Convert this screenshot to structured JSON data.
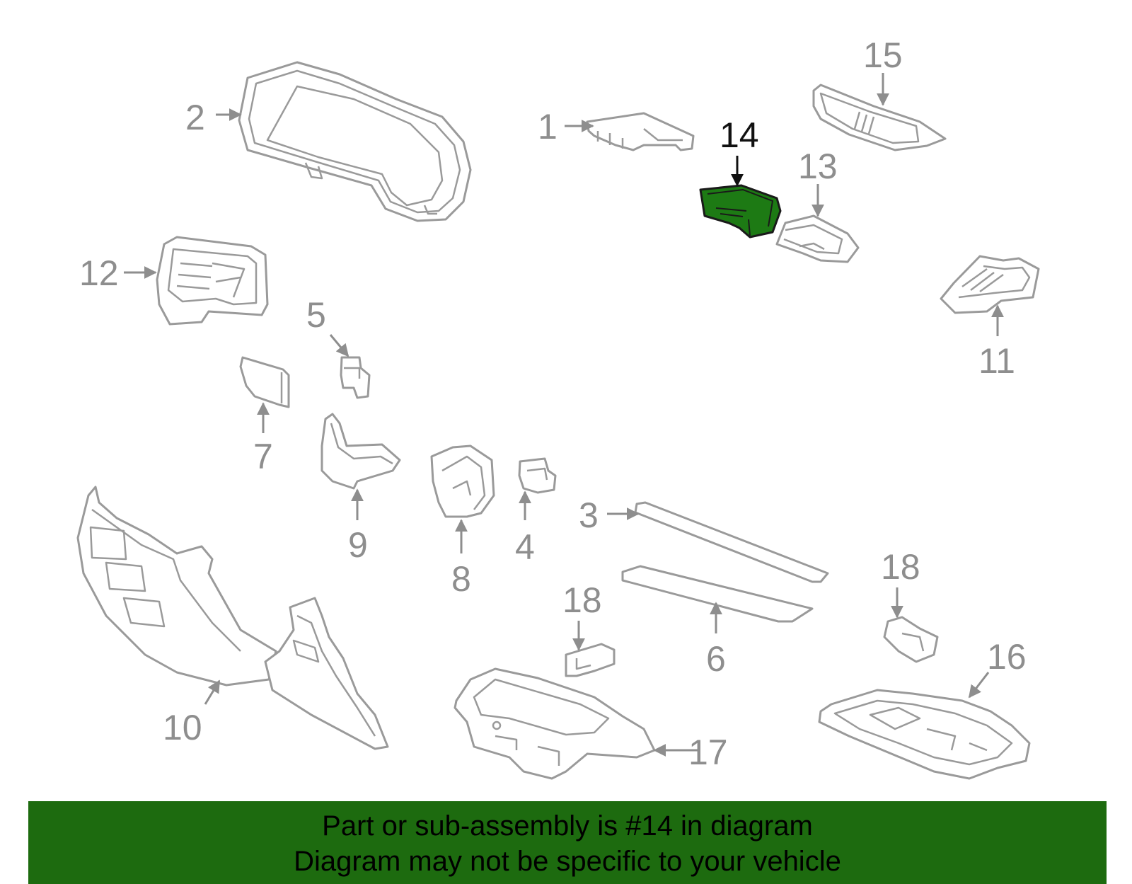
{
  "highlighted_part": "14",
  "callouts": {
    "c1": "1",
    "c2": "2",
    "c3": "3",
    "c4": "4",
    "c5": "5",
    "c6": "6",
    "c7": "7",
    "c8": "8",
    "c9": "9",
    "c10": "10",
    "c11": "11",
    "c12": "12",
    "c13": "13",
    "c14": "14",
    "c15": "15",
    "c16": "16",
    "c17": "17",
    "c18a": "18",
    "c18b": "18"
  },
  "banner": {
    "line1": "Part or sub-assembly is #14 in diagram",
    "line2": "Diagram may not be specific to your vehicle"
  },
  "colors": {
    "highlight": "#1d7a14",
    "banner": "#1d6b0f",
    "line": "#9a9a9a"
  }
}
